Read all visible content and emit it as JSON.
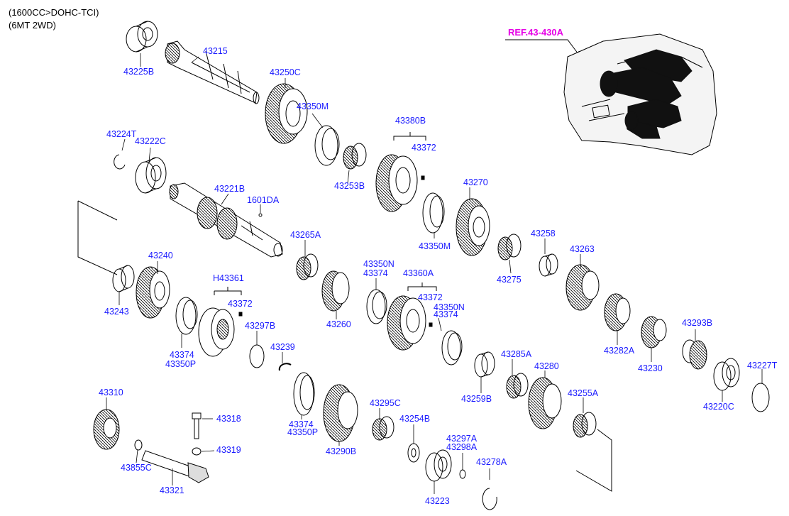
{
  "header": {
    "line1": "(1600CC>DOHC-TCI)",
    "line2": "(6MT 2WD)"
  },
  "reference": "REF.43-430A",
  "parts": {
    "p43225B": "43225B",
    "p43215": "43215",
    "p43250C": "43250C",
    "p43350M_a": "43350M",
    "p43380B": "43380B",
    "p43372_a": "43372",
    "p43253B": "43253B",
    "p43224T": "43224T",
    "p43222C": "43222C",
    "p43221B": "43221B",
    "p1601DA": "1601DA",
    "p43270": "43270",
    "p43350M_b": "43350M",
    "p43265A": "43265A",
    "p43258": "43258",
    "p43275": "43275",
    "p43263": "43263",
    "p43240": "43240",
    "p43243": "43243",
    "pH43361": "H43361",
    "p43372_b": "43372",
    "p43297B": "43297B",
    "p43374_a": "43374",
    "p43350P_a": "43350P",
    "p43239": "43239",
    "p43260": "43260",
    "p43350N_a": "43350N",
    "p43374_b": "43374",
    "p43360A": "43360A",
    "p43372_c": "43372",
    "p43350N_b": "43350N",
    "p43374_c": "43374",
    "p43282A": "43282A",
    "p43230": "43230",
    "p43293B": "43293B",
    "p43285A": "43285A",
    "p43280": "43280",
    "p43259B": "43259B",
    "p43255A": "43255A",
    "p43227T": "43227T",
    "p43220C": "43220C",
    "p43310": "43310",
    "p43318": "43318",
    "p43319": "43319",
    "p43855C": "43855C",
    "p43321": "43321",
    "p43374_d": "43374",
    "p43350P_b": "43350P",
    "p43295C": "43295C",
    "p43290B": "43290B",
    "p43254B": "43254B",
    "p43297A": "43297A",
    "p43298A": "43298A",
    "p43278A": "43278A",
    "p43223": "43223"
  },
  "colors": {
    "label": "#1a1aff",
    "reference": "#e600e6",
    "line": "#000000"
  }
}
